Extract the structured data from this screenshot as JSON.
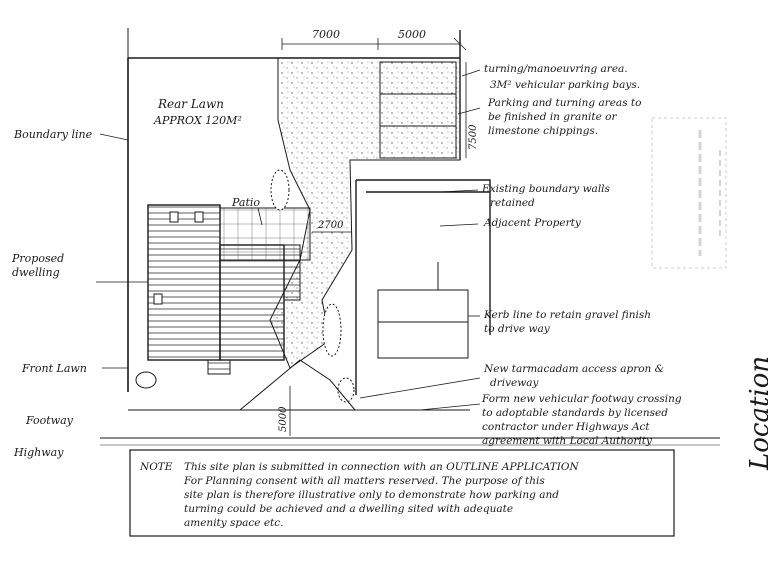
{
  "dimensions": {
    "top_left": "7000",
    "top_right": "5000",
    "parking_depth": "7500",
    "gap_width": "2700",
    "driveway_length": "5000"
  },
  "labels": {
    "rear_lawn_1": "Rear Lawn",
    "rear_lawn_2": "APPROX 120M²",
    "boundary_line": "Boundary line",
    "patio": "Patio",
    "proposed_dwelling_1": "Proposed",
    "proposed_dwelling_2": "dwelling",
    "front_lawn": "Front Lawn",
    "footway": "Footway",
    "highway": "Highway"
  },
  "annotations": {
    "turning_1": "turning/manoeuvring area.",
    "turning_2": "3M² vehicular parking bays.",
    "parking_1": "Parking and turning areas to",
    "parking_2": "be finished in granite or",
    "parking_3": "limestone chippings.",
    "boundary_walls_1": "Existing boundary walls",
    "boundary_walls_2": "retained",
    "adjacent": "Adjacent Property",
    "kerb_1": "Kerb line to retain gravel finish",
    "kerb_2": "to drive way",
    "access_1": "New tarmacadam access apron &",
    "access_2": "driveway",
    "crossing_1": "Form new vehicular footway crossing",
    "crossing_2": "to adoptable standards by licensed",
    "crossing_3": "contractor under Highways Act",
    "crossing_4": "agreement with Local Authority"
  },
  "note": {
    "heading": "NOTE",
    "lines": [
      "This site plan is submitted in connection with an OUTLINE APPLICATION",
      "For Planning consent with all matters reserved. The purpose of this",
      "site plan is therefore illustrative only to demonstrate how parking and",
      "turning could be achieved and a dwelling sited with adequate",
      "amenity space etc."
    ]
  },
  "margin_text": "Location"
}
